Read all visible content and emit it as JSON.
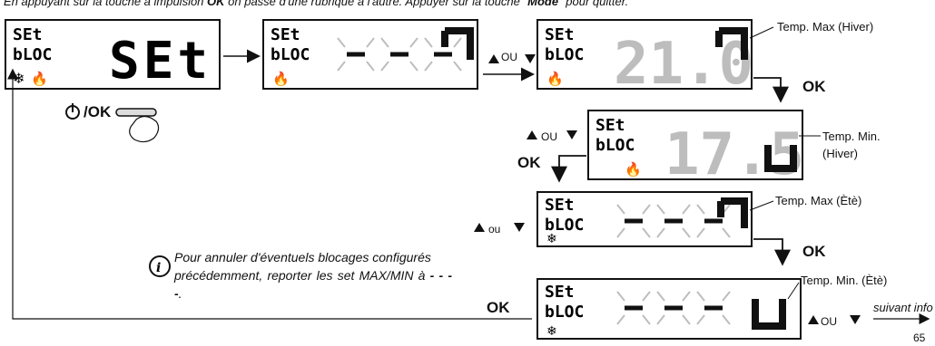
{
  "header": {
    "instruction_prefix": "En appuyant sur la touche à impulsion ",
    "instruction_ok": "OK",
    "instruction_mid": " on passe d'une rubrique à l'autre. Appuyer sur la touche \"",
    "instruction_mode": "Mode",
    "instruction_suffix": "\" pour quitter."
  },
  "displays": {
    "line1": "SEt",
    "line2": "bLOC",
    "big_set": "SEt",
    "value_max_hiver": "21.0",
    "value_min_hiver": "17.5"
  },
  "labels": {
    "max_hiver": "Temp. Max (Hiver)",
    "min_hiver_1": "Temp. Min.",
    "min_hiver_2": "(Hiver)",
    "max_ete": "Temp. Max (Ètè)",
    "min_ete": "Temp. Min. (Ètè)"
  },
  "controls": {
    "ok": "OK",
    "power_ok": "/OK",
    "ou": "OU",
    "ou_lower": "ou"
  },
  "info": {
    "line1": "Pour annuler d'éventuels blocages configurés",
    "line2": "précédemment, reporter les set MAX/MIN à",
    "dashes": "- - - -",
    "end": "."
  },
  "footer": {
    "next": "suivant info",
    "page": "65"
  },
  "colors": {
    "ink": "#111111",
    "lcd_off": "#bdbdbd"
  }
}
